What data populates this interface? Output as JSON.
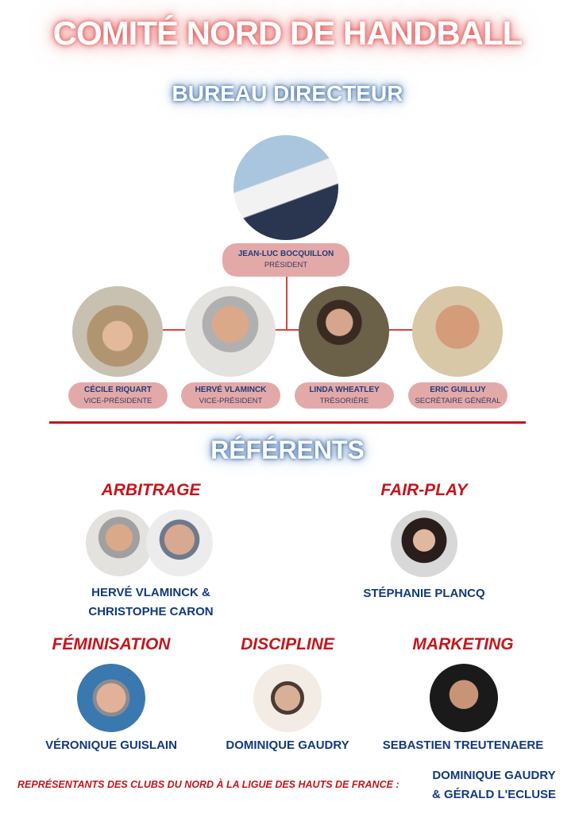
{
  "title": "COMITÉ NORD DE HANDBALL",
  "subtitle": "BUREAU DIRECTEUR",
  "president": {
    "name": "JEAN-LUC BOCQUILLON",
    "role": "PRÉSIDENT"
  },
  "bureau": [
    {
      "name": "CÉCILE RIQUART",
      "role": "VICE-PRÉSIDENTE"
    },
    {
      "name": "HERVÉ VLAMINCK",
      "role": "VICE-PRÉSIDENT"
    },
    {
      "name": "LINDA WHEATLEY",
      "role": "TRÉSORIÈRE"
    },
    {
      "name": "ERIC GUILLUY",
      "role": "SECRÉTAIRE GÉNÉRAL"
    }
  ],
  "referents_title": "RÉFÉRENTS",
  "referents": [
    {
      "category": "ARBITRAGE",
      "names": [
        "HERVÉ VLAMINCK &",
        "CHRISTOPHE CARON"
      ]
    },
    {
      "category": "FAIR-PLAY",
      "names": [
        "STÉPHANIE PLANCQ"
      ]
    },
    {
      "category": "FÉMINISATION",
      "names": [
        "VÉRONIQUE GUISLAIN"
      ]
    },
    {
      "category": "DISCIPLINE",
      "names": [
        "DOMINIQUE GAUDRY"
      ]
    },
    {
      "category": "MARKETING",
      "names": [
        "SEBASTIEN TREUTENAERE"
      ]
    }
  ],
  "footer": {
    "label": "REPRÉSENTANTS DES CLUBS DU NORD À LA LIGUE DES HAUTS DE FRANCE :",
    "names": [
      "DOMINIQUE GAUDRY",
      "& GÉRALD L'ECLUSE"
    ]
  },
  "colors": {
    "red": "#c4161c",
    "navy": "#12397a",
    "pill": "#e3a9a9"
  }
}
